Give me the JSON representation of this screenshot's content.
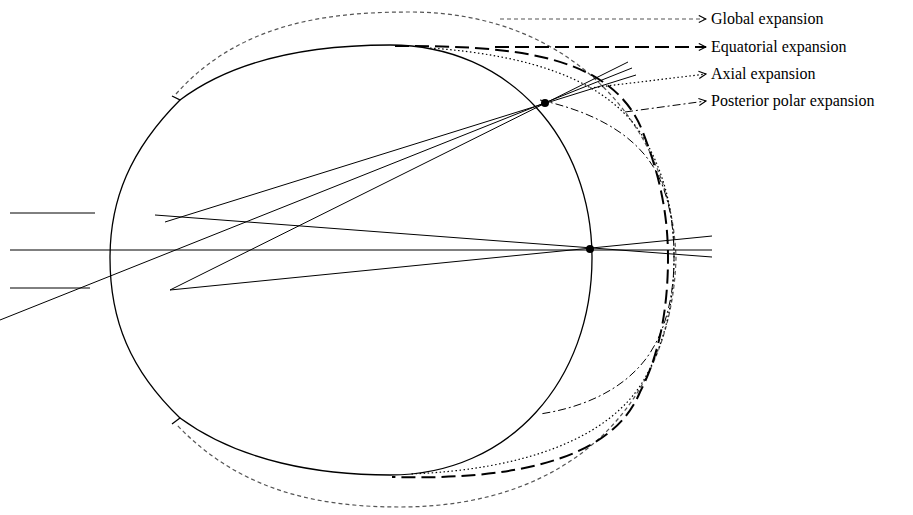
{
  "diagram": {
    "legend": [
      {
        "text": "Global expansion"
      },
      {
        "text": "Equatorial expansion"
      },
      {
        "text": "Axial expansion"
      },
      {
        "text": "Posterior polar expansion"
      }
    ]
  }
}
